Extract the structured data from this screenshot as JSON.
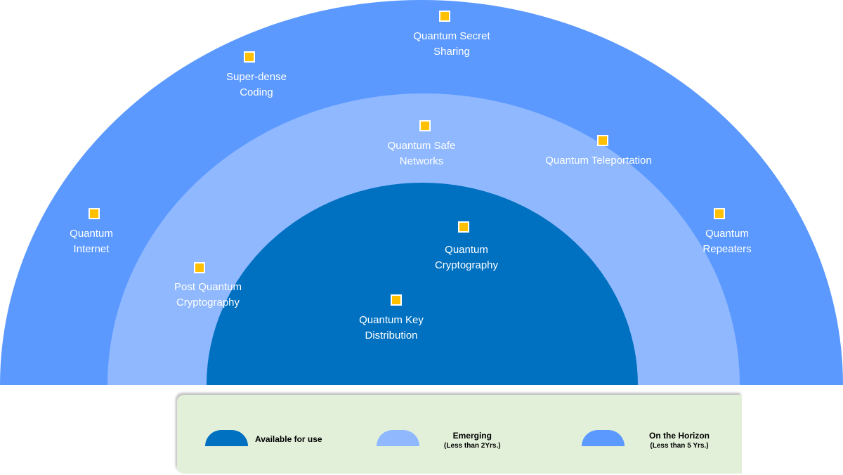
{
  "colors": {
    "available": "#0070c0",
    "emerging": "#8fb8ff",
    "horizon": "#5b99ff",
    "marker": "#ffc000",
    "legend_bg": "#e2f0d9"
  },
  "technologies": {
    "quantum_secret_sharing": "Quantum Secret\nSharing",
    "super_dense_coding": "Super-dense\nCoding",
    "quantum_safe_networks": "Quantum Safe\nNetworks",
    "quantum_teleportation": "Quantum Teleportation",
    "quantum_internet": "Quantum\nInternet",
    "quantum_repeaters": "Quantum\nRepeaters",
    "quantum_cryptography": "Quantum\nCryptography",
    "post_quantum_cryptography": "Post Quantum\nCryptography",
    "quantum_key_distribution": "Quantum Key\nDistribution"
  },
  "legend": {
    "available": "Available for use",
    "emerging_title": "Emerging",
    "emerging_sub": "(Less than 2Yrs.)",
    "horizon_title": "On the Horizon",
    "horizon_sub": "(Less than 5 Yrs.)"
  }
}
